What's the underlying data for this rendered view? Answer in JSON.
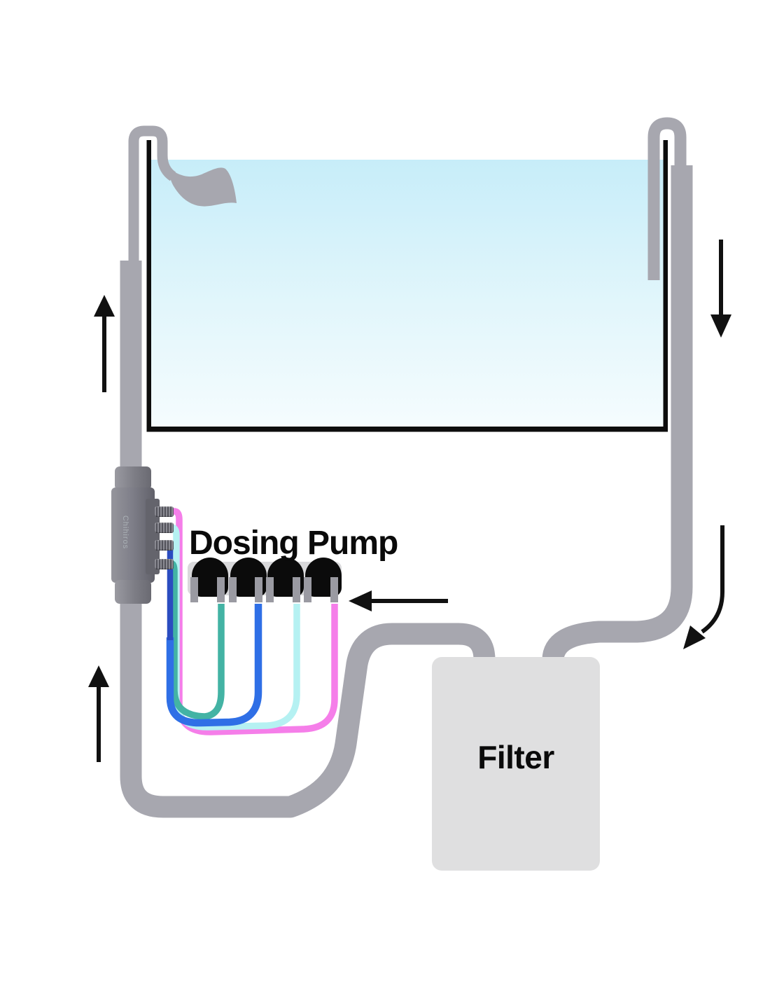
{
  "diagram": {
    "type": "aquarium-dosing-pump-plumbing-schematic",
    "labels": {
      "dosing_pump": "Dosing Pump",
      "filter": "Filter",
      "device_brand": "Chihiros"
    },
    "components": {
      "tank": "aquarium tank with water, open top",
      "outflow": "lily-pipe outflow over left tank wall",
      "intake": "u-shaped intake over right tank wall",
      "inline_device": "inline dosing manifold with 4 ports mounted on left return hose",
      "pump_heads_count": 4,
      "filter": "canister filter with two top hose connections"
    },
    "tubes": [
      {
        "name": "pink",
        "color": "#f57ee9",
        "from": "device-port-1",
        "to": "pump-head-4"
      },
      {
        "name": "cyan",
        "color": "#b5f1f2",
        "from": "device-port-2",
        "to": "pump-head-3"
      },
      {
        "name": "blue",
        "color": "#2f6fe6",
        "from": "device-port-3",
        "to": "pump-head-2"
      },
      {
        "name": "teal",
        "color": "#43b3a4",
        "from": "device-port-4",
        "to": "pump-head-1"
      }
    ],
    "arrows": [
      {
        "name": "flow-up-left-upper",
        "direction": "up"
      },
      {
        "name": "flow-up-left-lower",
        "direction": "up"
      },
      {
        "name": "flow-down-right",
        "direction": "down"
      },
      {
        "name": "flow-left-to-pump",
        "direction": "left"
      },
      {
        "name": "flow-bent-to-filter",
        "direction": "down-left"
      }
    ],
    "colors": {
      "pipe_gray": "#a7a7af",
      "filter_fill": "#dfdfe0",
      "pump_bar": "#d9d9db",
      "pump_head": "#0b0b0b",
      "water_top": "#c7edf9",
      "water_bottom": "#f5fcfe",
      "tank_outline": "#0d0d0d",
      "tube_teal": "#43b3a4",
      "tube_blue": "#2f6fe6",
      "tube_blue_dark": "#2a4cc0",
      "tube_cyan": "#b5f1f2",
      "tube_pink": "#f57ee9",
      "arrow_black": "#111111"
    }
  }
}
